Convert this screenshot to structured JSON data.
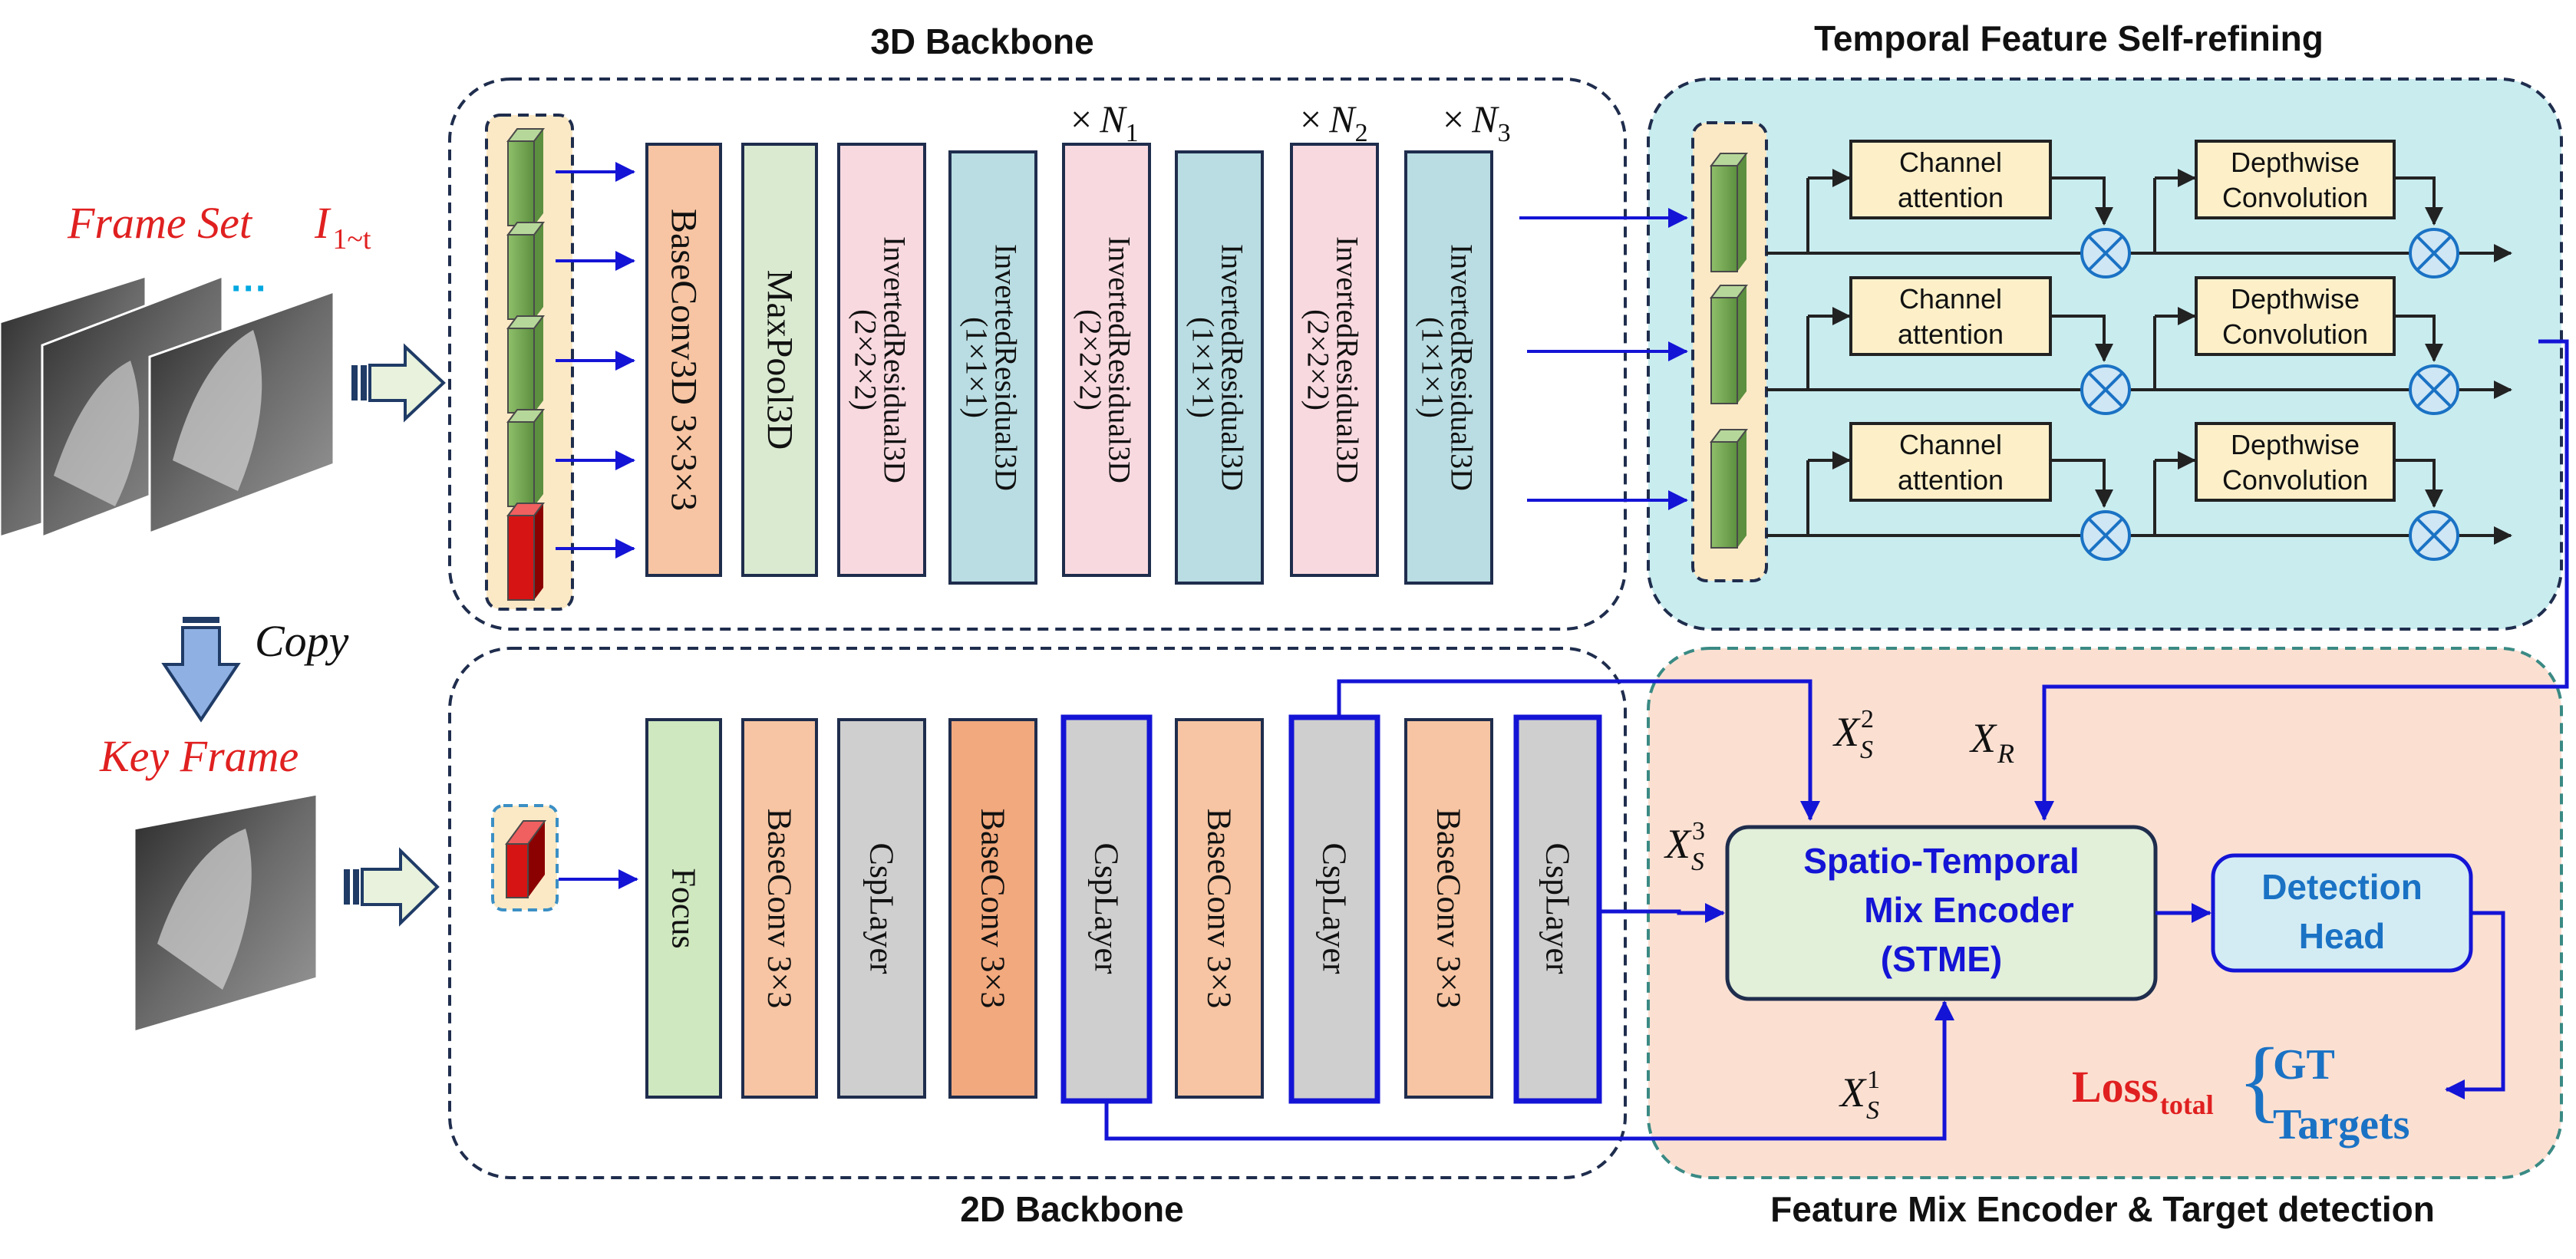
{
  "sections": {
    "backbone3d": "3D Backbone",
    "backbone2d": "2D Backbone",
    "temporal": "Temporal Feature Self-refining",
    "mix": "Feature Mix Encoder & Target detection"
  },
  "input": {
    "frame_set": "Frame Set",
    "frame_symbol": "I",
    "frame_subscript": "1~t",
    "dots": "···",
    "copy": "Copy",
    "key_frame": "Key Frame"
  },
  "repeats": {
    "n1_times": "×",
    "n1_var": "N",
    "n1_sub": "1",
    "n2_times": "×",
    "n2_var": "N",
    "n2_sub": "2",
    "n3_times": "×",
    "n3_var": "N",
    "n3_sub": "3"
  },
  "blocks3d": [
    {
      "l1": "BaseConv3D 3×3×3",
      "l2": ""
    },
    {
      "l1": "MaxPool3D",
      "l2": ""
    },
    {
      "l1": "InvertedResidual3D",
      "l2": "(2×2×2)"
    },
    {
      "l1": "InvertedResidual3D",
      "l2": "(1×1×1)"
    },
    {
      "l1": "InvertedResidual3D",
      "l2": "(2×2×2)"
    },
    {
      "l1": "InvertedResidual3D",
      "l2": "(1×1×1)"
    },
    {
      "l1": "InvertedResidual3D",
      "l2": "(2×2×2)"
    },
    {
      "l1": "InvertedResidual3D",
      "l2": "(1×1×1)"
    }
  ],
  "blocks2d": [
    "Focus",
    "BaseConv 3×3",
    "CspLayer",
    "BaseConv 3×3",
    "CspLayer",
    "BaseConv 3×3",
    "CspLayer",
    "BaseConv 3×3",
    "CspLayer"
  ],
  "temporal_rows": [
    {
      "ca1": "Channel",
      "ca2": "attention",
      "dw1": "Depthwise",
      "dw2": "Convolution"
    },
    {
      "ca1": "Channel",
      "ca2": "attention",
      "dw1": "Depthwise",
      "dw2": "Convolution"
    },
    {
      "ca1": "Channel",
      "ca2": "attention",
      "dw1": "Depthwise",
      "dw2": "Convolution"
    }
  ],
  "stme": {
    "l1": "Spatio-Temporal",
    "l2": "Mix Encoder",
    "l3": "(STME)"
  },
  "detection": {
    "l1": "Detection",
    "l2": "Head"
  },
  "features": {
    "xs2_base": "X",
    "xs2_sub": "S",
    "xs2_sup": "2",
    "xs3_base": "X",
    "xs3_sub": "S",
    "xs3_sup": "3",
    "xs1_base": "X",
    "xs1_sub": "S",
    "xs1_sup": "1",
    "xr_base": "X",
    "xr_sub": "R"
  },
  "loss": {
    "main": "Loss",
    "sub": "total",
    "brace": "{",
    "gt": "GT",
    "targets": "Targets"
  },
  "colors": {
    "navy_dash": "#1f2d4d",
    "blue": "#1414d6",
    "red_text": "#e02020",
    "teal_bg": "#c9ecef",
    "peach_bg": "#fbe0d2",
    "orange_block": "#f7c5a3",
    "green_block": "#d9ead0",
    "pink_block": "#f9d9e0",
    "cyan_block": "#b9dde2",
    "gray_block": "#cfcfcf",
    "yellow_box": "#fdf0c9",
    "stme_fill": "#e2efd9",
    "det_fill": "#d3ecf4",
    "det_text": "#1a72c4"
  }
}
